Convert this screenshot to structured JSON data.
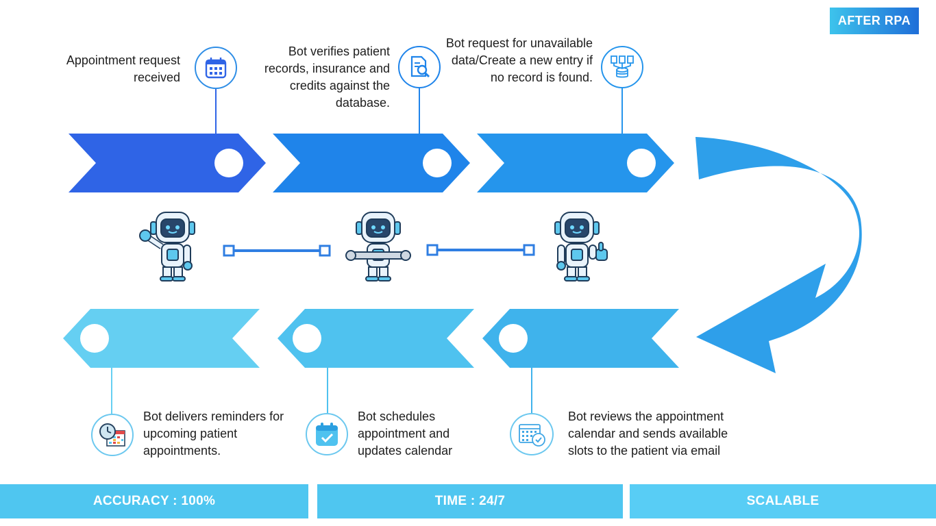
{
  "badge": "AFTER RPA",
  "steps_top": [
    {
      "text": "Appointment request received",
      "icon": "calendar-icon"
    },
    {
      "text": "Bot verifies patient records, insurance and credits against the database.",
      "icon": "document-search-icon"
    },
    {
      "text": "Bot request for unavailable data/Create a new entry if no record is found.",
      "icon": "database-icon"
    }
  ],
  "steps_bottom": [
    {
      "text": "Bot delivers reminders for upcoming patient appointments.",
      "icon": "clock-calendar-icon"
    },
    {
      "text": "Bot schedules appointment and updates calendar",
      "icon": "calendar-check-icon"
    },
    {
      "text": "Bot reviews the appointment calendar and sends available slots to the patient via email",
      "icon": "calendar-schedule-icon"
    }
  ],
  "footer": [
    "ACCURACY : 100%",
    "TIME : 24/7",
    "SCALABLE"
  ],
  "colors": {
    "top_arrow_1": "#2f64e6",
    "top_arrow_2": "#1f84ea",
    "top_arrow_3": "#2595ec",
    "bottom_arrow_1": "#65cff2",
    "bottom_arrow_2": "#4fc2ef",
    "bottom_arrow_3": "#3fb3ec",
    "curve_arrow": "#2e9fea",
    "footer": "#4fc6f0"
  }
}
